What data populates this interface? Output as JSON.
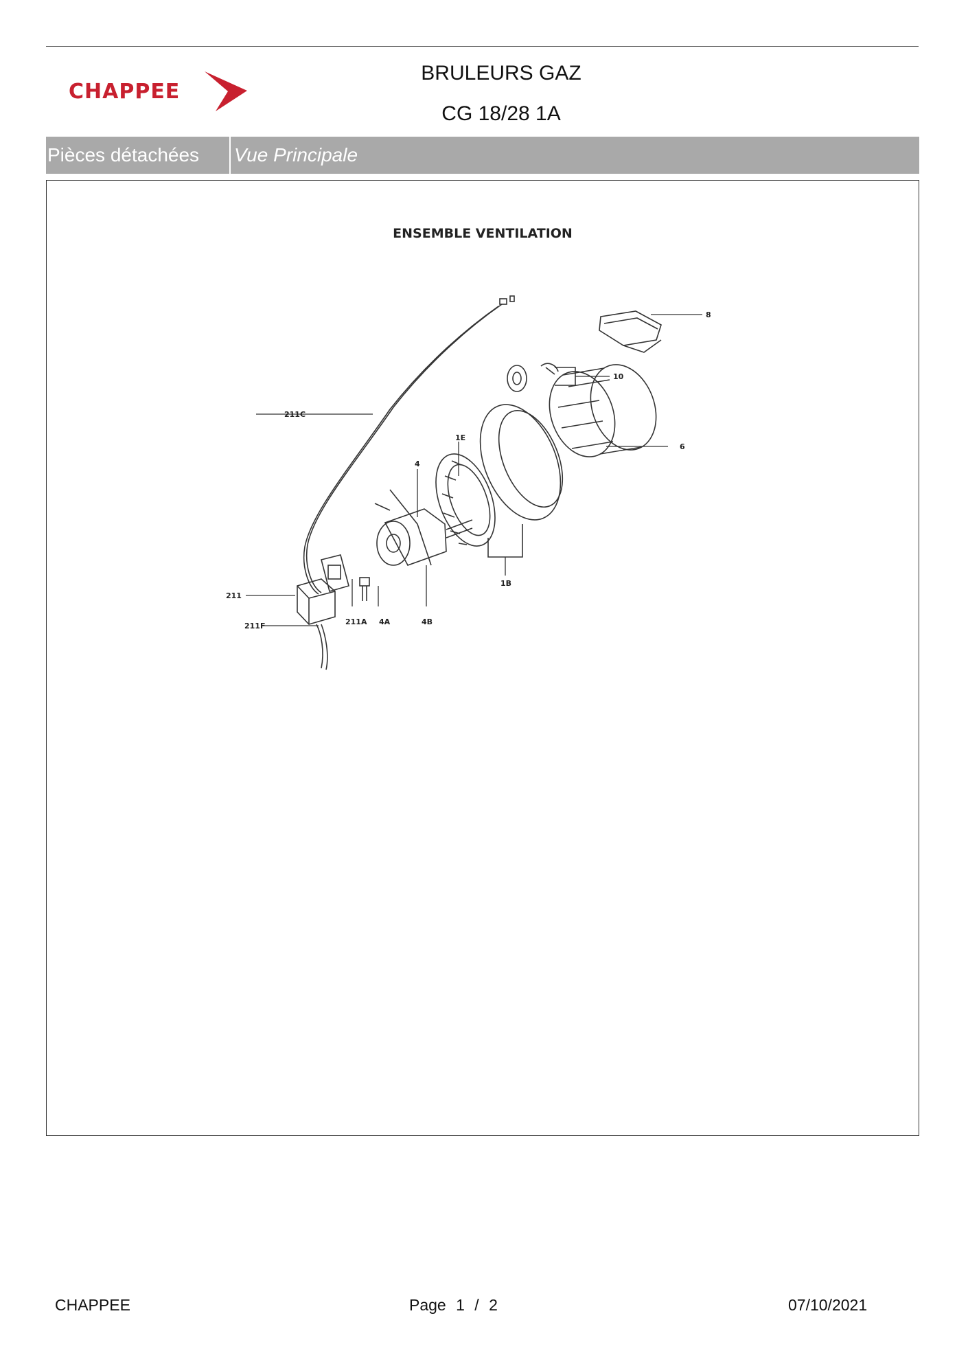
{
  "header": {
    "logo_text": "CHAPPEE",
    "title_line1": "BRULEURS GAZ",
    "title_line2": "CG 18/28 1A"
  },
  "bar": {
    "section": "Pièces détachées",
    "view": "Vue Principale"
  },
  "diagram": {
    "title": "ENSEMBLE VENTILATION",
    "labels": [
      "8",
      "10",
      "211C",
      "1E",
      "6",
      "4",
      "1B",
      "211",
      "211A",
      "4A",
      "4B",
      "211F"
    ]
  },
  "footer": {
    "company": "CHAPPEE",
    "page_word": "Page",
    "page_current": "1",
    "page_sep": "/",
    "page_total": "2",
    "date": "07/10/2021"
  },
  "colors": {
    "brand": "#c8202f",
    "bar": "#a9a9a9"
  }
}
